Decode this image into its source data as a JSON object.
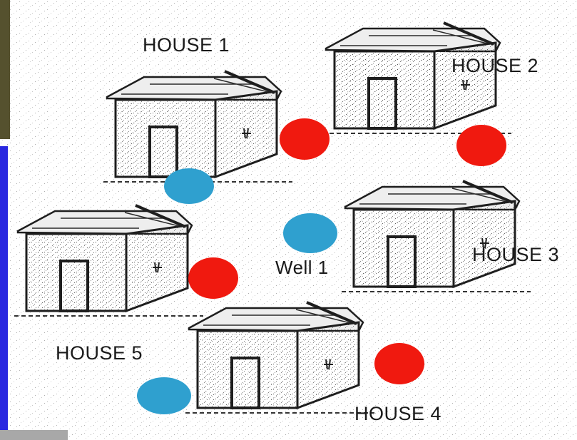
{
  "labels": {
    "house1": "HOUSE 1",
    "house2": "HOUSE 2",
    "house3": "HOUSE 3",
    "house4": "HOUSE 4",
    "house5": "HOUSE 5",
    "well1": "Well 1"
  },
  "colors": {
    "red_marker": "#f0190f",
    "blue_marker": "#2fa0cf",
    "left_panel": "#2a28e0",
    "sketch": "#1e1e1e"
  }
}
